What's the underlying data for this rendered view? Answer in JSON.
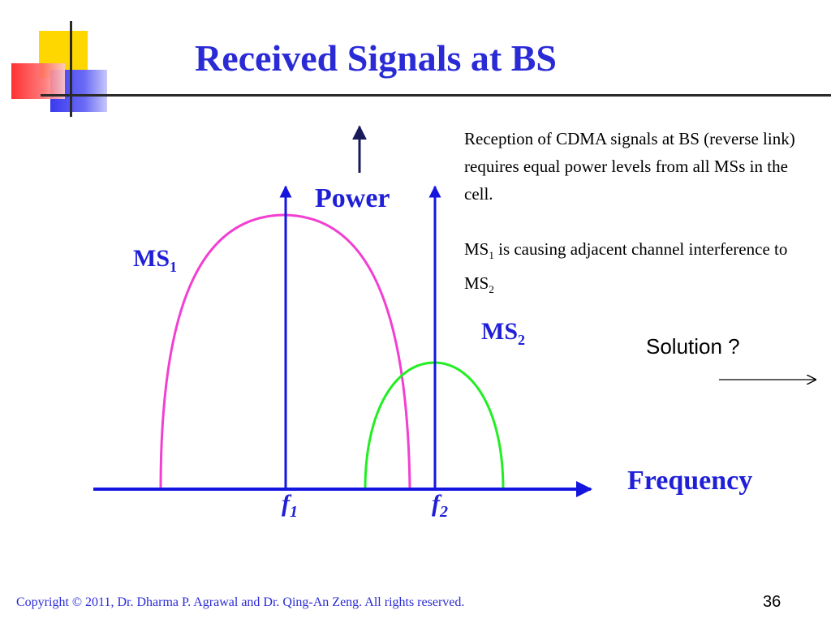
{
  "title": "Received Signals at BS",
  "body": {
    "line1": "Reception of CDMA signals at BS (reverse link) requires equal power levels from all MSs in the cell.",
    "line2_prefix": "MS",
    "line2_sub1": "1",
    "line2_mid": " is causing adjacent channel interference to MS",
    "line2_sub2": "2"
  },
  "diagram": {
    "power_label": "Power",
    "frequency_label": "Frequency",
    "ms1_label": "MS",
    "ms1_sub": "1",
    "ms2_label": "MS",
    "ms2_sub": "2",
    "f1_label": "f",
    "f1_sub": "1",
    "f2_label": "f",
    "f2_sub": "2",
    "ms1_color": "#f23fd2",
    "ms2_color": "#22ee22",
    "axis_color": "#1515e0"
  },
  "solution_text": "Solution ?",
  "footer": "Copyright © 2011, Dr. Dharma P. Agrawal and Dr. Qing-An Zeng. All rights reserved.",
  "page_number": "36"
}
